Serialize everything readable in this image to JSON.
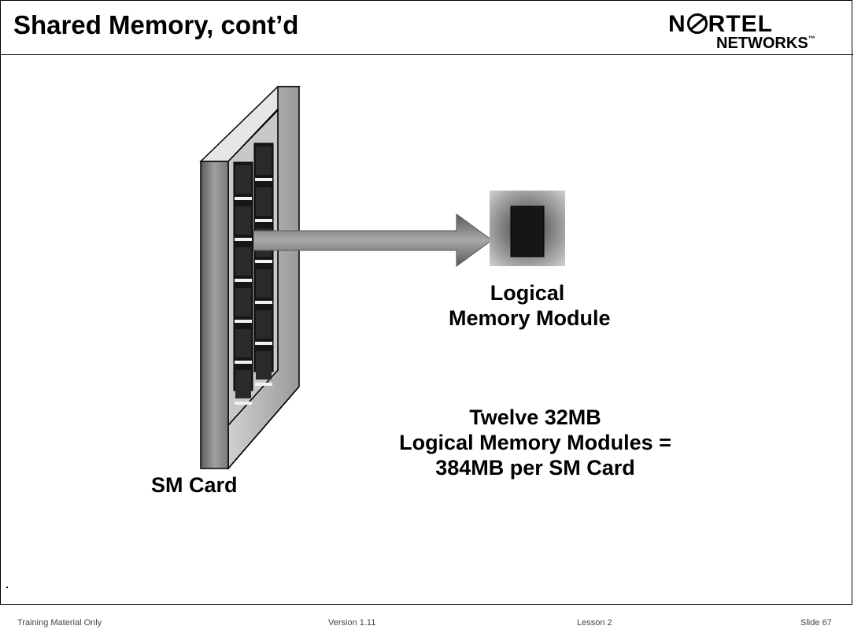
{
  "slide": {
    "title": "Shared Memory, cont’d"
  },
  "logo": {
    "line1": [
      "N",
      "RTEL"
    ],
    "line2": "NETWORKS",
    "trademark": "™"
  },
  "diagram": {
    "card_label": "SM Card",
    "module_label_line1": "Logical",
    "module_label_line2": "Memory Module",
    "statement_line1": "Twelve 32MB",
    "statement_line2": "Logical Memory Modules =",
    "statement_line3": "384MB per SM Card"
  },
  "footer": {
    "left": "Training Material Only",
    "version": "Version 1.11",
    "lesson": "Lesson 2",
    "slide": "Slide  67"
  },
  "colors": {
    "card_front": "#8c8c8c",
    "card_side": "#bdbdbd",
    "card_top": "#e6e6e6",
    "module_chip": "#161616",
    "arrow": "#8a8a8a"
  }
}
